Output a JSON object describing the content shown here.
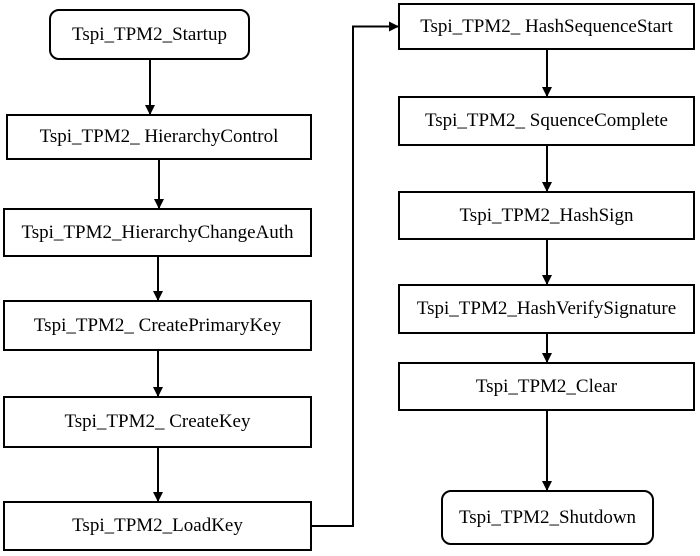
{
  "diagram": {
    "left_column": [
      {
        "id": "startup",
        "label": "Tspi_TPM2_Startup",
        "shape": "rounded"
      },
      {
        "id": "hierarchy-control",
        "label": "Tspi_TPM2_ HierarchyControl",
        "shape": "rect"
      },
      {
        "id": "hierarchy-change-auth",
        "label": "Tspi_TPM2_HierarchyChangeAuth",
        "shape": "rect"
      },
      {
        "id": "create-primary-key",
        "label": "Tspi_TPM2_ CreatePrimaryKey",
        "shape": "rect"
      },
      {
        "id": "create-key",
        "label": "Tspi_TPM2_ CreateKey",
        "shape": "rect"
      },
      {
        "id": "load-key",
        "label": "Tspi_TPM2_LoadKey",
        "shape": "rect"
      }
    ],
    "right_column": [
      {
        "id": "hash-sequence-start",
        "label": "Tspi_TPM2_ HashSequenceStart",
        "shape": "rect"
      },
      {
        "id": "squence-complete",
        "label": "Tspi_TPM2_ SquenceComplete",
        "shape": "rect"
      },
      {
        "id": "hash-sign",
        "label": "Tspi_TPM2_HashSign",
        "shape": "rect"
      },
      {
        "id": "hash-verify-signature",
        "label": "Tspi_TPM2_HashVerifySignature",
        "shape": "rect"
      },
      {
        "id": "clear",
        "label": "Tspi_TPM2_Clear",
        "shape": "rect"
      },
      {
        "id": "shutdown",
        "label": "Tspi_TPM2_Shutdown",
        "shape": "rounded"
      }
    ],
    "edges": [
      [
        "startup",
        "hierarchy-control"
      ],
      [
        "hierarchy-control",
        "hierarchy-change-auth"
      ],
      [
        "hierarchy-change-auth",
        "create-primary-key"
      ],
      [
        "create-primary-key",
        "create-key"
      ],
      [
        "create-key",
        "load-key"
      ],
      [
        "load-key",
        "hash-sequence-start"
      ],
      [
        "hash-sequence-start",
        "squence-complete"
      ],
      [
        "squence-complete",
        "hash-sign"
      ],
      [
        "hash-sign",
        "hash-verify-signature"
      ],
      [
        "hash-verify-signature",
        "clear"
      ],
      [
        "clear",
        "shutdown"
      ]
    ]
  }
}
